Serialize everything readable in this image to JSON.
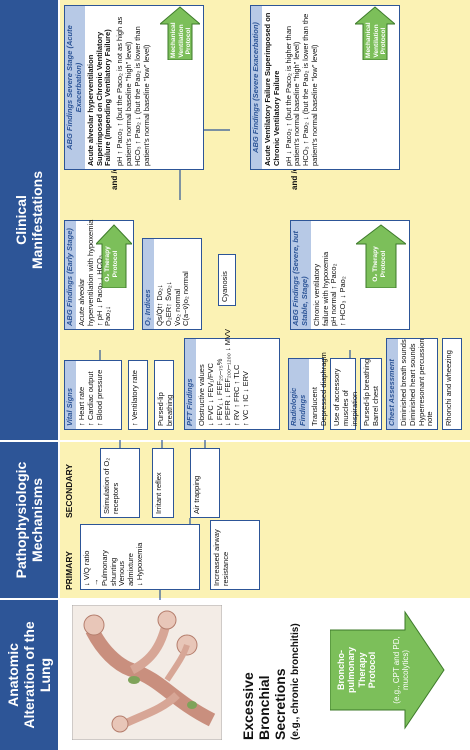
{
  "headers": {
    "anatomic": "Anatomic Alteration of the Lung",
    "pathophysiologic": "Pathophysiologic Mechanisms",
    "clinical": "Clinical Manifestations"
  },
  "anatomic": {
    "title": "Excessive Bronchial Secretions",
    "subtitle": "(e.g., chronic bronchitis)",
    "protocol": "Broncho-pulmonary Therapy Protocol",
    "protocol_note": "(e.g., CPT and PD, mucolytics)"
  },
  "patho": {
    "primary_label": "PRIMARY",
    "secondary_label": "SECONDARY",
    "primary_items": [
      "↓ V/Q ratio",
      "→",
      "Pulmonary",
      "shunting",
      "Venous",
      "admixture",
      "↓ Hypoxemia"
    ],
    "stimulation": "Stimulation of O₂ receptors",
    "irritant_reflex": "Irritant reflex",
    "airway_resistance": "Increased airway resistance",
    "air_trapping": "Air trapping"
  },
  "clinical": {
    "vital_signs": {
      "title": "Vital Signs",
      "items": [
        "↑ Heart rate",
        "↑ Cardiac output",
        "↑ Blood pressure"
      ]
    },
    "ventilatory_rate": "↑ Ventilatory rate",
    "pursed_lip": "Pursed-lip breathing",
    "pft": {
      "title": "PFT Findings",
      "items": [
        "Obstructive values",
        "↓ FVC      ↓ FEV₁/FVC",
        "↓ FEV₁     ↓ FEF₂₅–₇₅%",
        "↓ PEFR     ↓ FEF₂₀₀–₁₂₀₀   ↓ MVV",
        "↑ RV   ↑ FRC   ↑ TLC",
        "↑ VC   ↑ IC    ↓ ERV",
        ""
      ]
    },
    "radiologic": {
      "title": "Radiologic Findings",
      "items": [
        "Translucent",
        "Depressed diaphragm"
      ]
    },
    "accessory_muscles": "Use of accessory muscles of inspiration",
    "pursed_barrel": [
      "Pursed-lip breathing",
      "Barrel chest"
    ],
    "chest": {
      "title": "Chest Assessment",
      "items": [
        "Diminished breath sounds",
        "Diminished heart sounds",
        "Hyperresonant percussion",
        "note"
      ]
    },
    "rhonchi": "Rhonchi and wheezing",
    "abg_early": {
      "title": "ABG Findings (Early Stage)",
      "items": [
        "Acute alveolar",
        "hyperventilation with hypoxemia",
        "↑ pH  ↓ Paco₂  ↓ HCO₃",
        "Pao₂↓"
      ]
    },
    "o2_therapy": "O₂ Therapy Protocol",
    "o2_indices": {
      "title": "O₂ Indices",
      "items": [
        "Q̇s/Q̇t↑   Do₂↓",
        "O₂ER↑   S̄vo₂↓",
        "V̇o₂ normal",
        "C(a−v̄)o₂ normal"
      ]
    },
    "cyanosis": "Cyanosis",
    "abg_severe": {
      "title": "ABG Findings (Severe, but Stable, Stage)",
      "items": [
        "Chronic ventilatory",
        "failure with hypoxemia",
        "pH normal  ↑ Paco₂",
        "↑ HCO₃    ↓ Pao₂"
      ]
    },
    "and_or": "and /or",
    "acute_impending": {
      "title": "ABG Findings Severe Stage (Acute Exacerbation)",
      "headline": "Acute alveolar hyperventilation Superimposed on Chronic Ventilatory Failure (Impending Ventilatory Failure)",
      "items": [
        "pH ↑  Paco₂ ↑ (but the Paco₂ is not as high as patient's normal baseline \"high\" level)",
        "HCO₃ ↑  Pao₂ ↓ (but the Pao₂ is lower than patient's normal baseline \"low\" level)",
        ""
      ]
    },
    "acute_severe": {
      "title": "ABG Findings (Severe Exacerbation)",
      "headline": "Acute Ventilatory Failure Superimposed on Chronic Ventilatory Failure",
      "items": [
        "pH ↓  Paco₂ ↑ (but the Paco₂ is higher than patient's normal baseline \"high\" level)",
        "HCO₃ ↑  Pao₂ ↓ (but the Pao₂ is lower than the patient's normal baseline \"low\" level)",
        ""
      ]
    },
    "mech_vent": "Mechanical Ventilation Protocol"
  }
}
